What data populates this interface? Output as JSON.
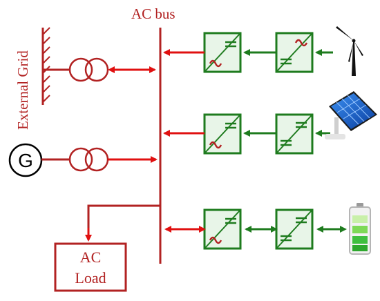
{
  "labels": {
    "bus": "AC bus",
    "grid": "External Grid",
    "generator": "G",
    "load_line1": "AC",
    "load_line2": "Load"
  },
  "colors": {
    "ac_red": "#b22222",
    "arrow_red": "#e01010",
    "dc_green": "#1e7b1e",
    "converter_fill": "#e8f5e8",
    "black": "#000000"
  },
  "icons": {
    "wind": "wind-turbine-icon",
    "solar": "solar-panel-icon",
    "battery": "battery-icon",
    "generator": "generator-icon",
    "grid": "external-grid-icon"
  }
}
